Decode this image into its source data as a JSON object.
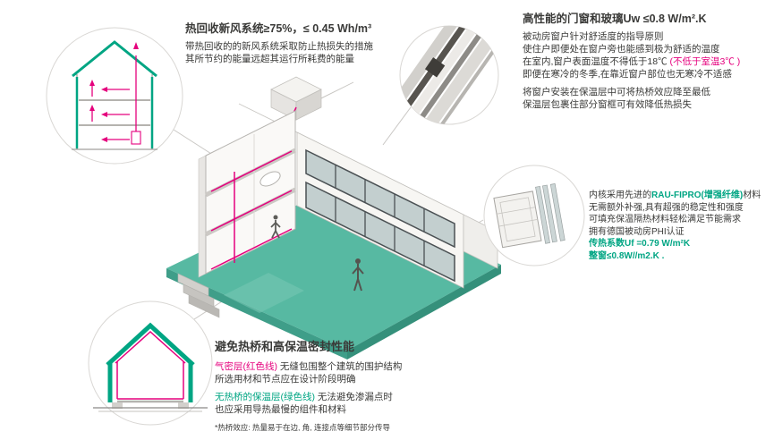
{
  "colors": {
    "accent_green": "#00a583",
    "accent_red": "#e5007d",
    "text_dark": "#3a3a38",
    "ground_teal": "#57b9a2"
  },
  "ventilation": {
    "title": "热回收新风系统≥75%，≤ 0.45 Wh/m³",
    "body": [
      "带热回收的的新风系统采取防止热损失的措施",
      "其所节约的能量远超其运行所耗费的能量"
    ]
  },
  "windows": {
    "title": "高性能的门窗和玻璃Uw ≤0.8 W/m².K",
    "line1": "被动房窗户针对舒适度的指导原则",
    "line2": "使住户即便处在窗户旁也能感到极为舒适的温度",
    "line3a": "在室内,窗户表面温度不得低于18℃ ",
    "line3b": "(不低于室温3℃ )",
    "line4": "即便在寒冷的冬季,在靠近窗户部位也无寒冷不适感",
    "line5": "将窗户安装在保温层中可将热桥效应降至最低",
    "line6": "保温层包裹住部分窗框可有效降低热损失"
  },
  "profile": {
    "line1a": "内核采用先进的",
    "line1b": "RAU-FIPRO(增强纤维)",
    "line1c": "材料",
    "line2": "无需额外补强,具有超强的稳定性和强度",
    "line3": "可填充保温隔热材料轻松满足节能需求",
    "line4": "拥有德国被动房PHI认证",
    "line5": "传热系数Uf =0.79 W/m²K",
    "line6": "整窗≤0.8W//m2.K ."
  },
  "thermal": {
    "title": "避免热桥和高保温密封性能",
    "red_label": "气密层(红色线)",
    "line1_rest": " 无缝包围整个建筑的围护结构",
    "line2": "所选用材和节点应在设计阶段明确",
    "green_label": "无热桥的保温层(绿色线)",
    "line3_rest": " 无法避免渗漏点时",
    "line4": "也应采用导热最慢的组件和材料",
    "footnote": "*热桥效应: 热量易于在边, 角, 连接点等细节部分传导"
  }
}
